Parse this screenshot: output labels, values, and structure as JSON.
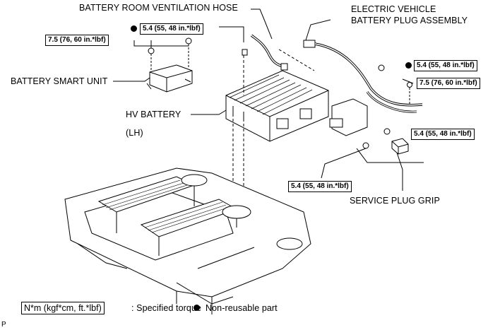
{
  "labels": {
    "ventilation_hose": "BATTERY ROOM VENTILATION HOSE",
    "plug_assembly_line1": "ELECTRIC VEHICLE",
    "plug_assembly_line2": "BATTERY PLUG ASSEMBLY",
    "smart_unit": "BATTERY SMART UNIT",
    "hv_battery": "HV BATTERY",
    "lh": "(LH)",
    "service_plug": "SERVICE PLUG GRIP"
  },
  "torques": {
    "t1": "5.4 (55, 48 in.*lbf)",
    "t2": "7.5 (76, 60 in.*lbf)",
    "t3": "5.4 (55, 48 in.*lbf)",
    "t4": "7.5 (76, 60 in.*lbf)",
    "t5": "5.4 (55, 48 in.*lbf)",
    "t6": "5.4 (55, 48 in.*lbf)"
  },
  "legend": {
    "unit": "N*m (kgf*cm, ft.*lbf)",
    "unit_text": ": Specified torque",
    "non_reusable": "Non-reusable part"
  },
  "corner_mark": "P"
}
